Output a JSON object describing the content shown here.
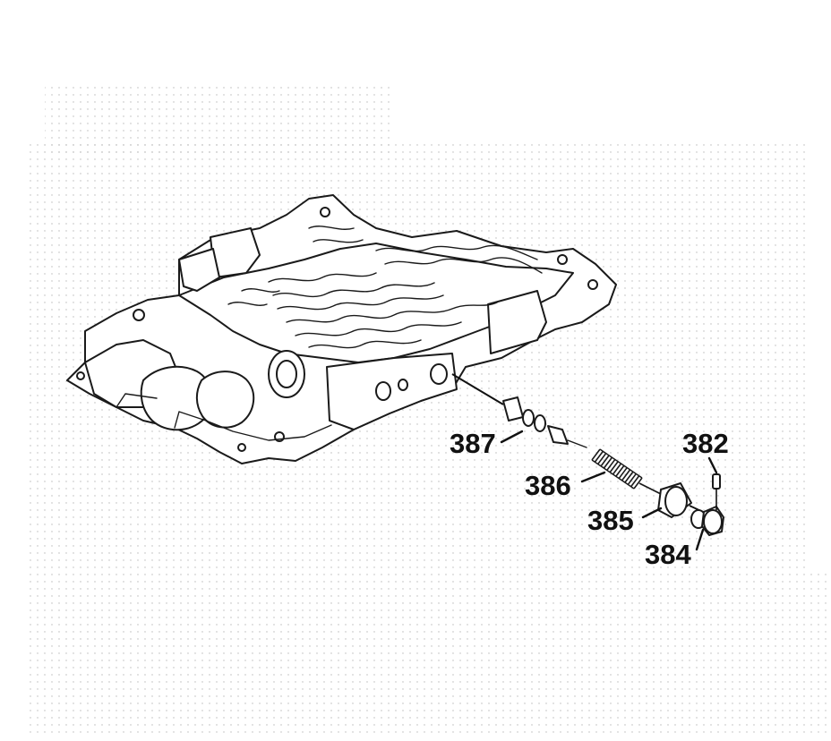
{
  "diagram": {
    "callouts": [
      {
        "id": "387",
        "label": "387"
      },
      {
        "id": "386",
        "label": "386"
      },
      {
        "id": "385",
        "label": "385"
      },
      {
        "id": "384",
        "label": "384"
      },
      {
        "id": "382",
        "label": "382"
      }
    ],
    "colors": {
      "ink": "#1a1a1a",
      "background": "#ffffff",
      "dot_texture": "#b8b8b8"
    }
  }
}
